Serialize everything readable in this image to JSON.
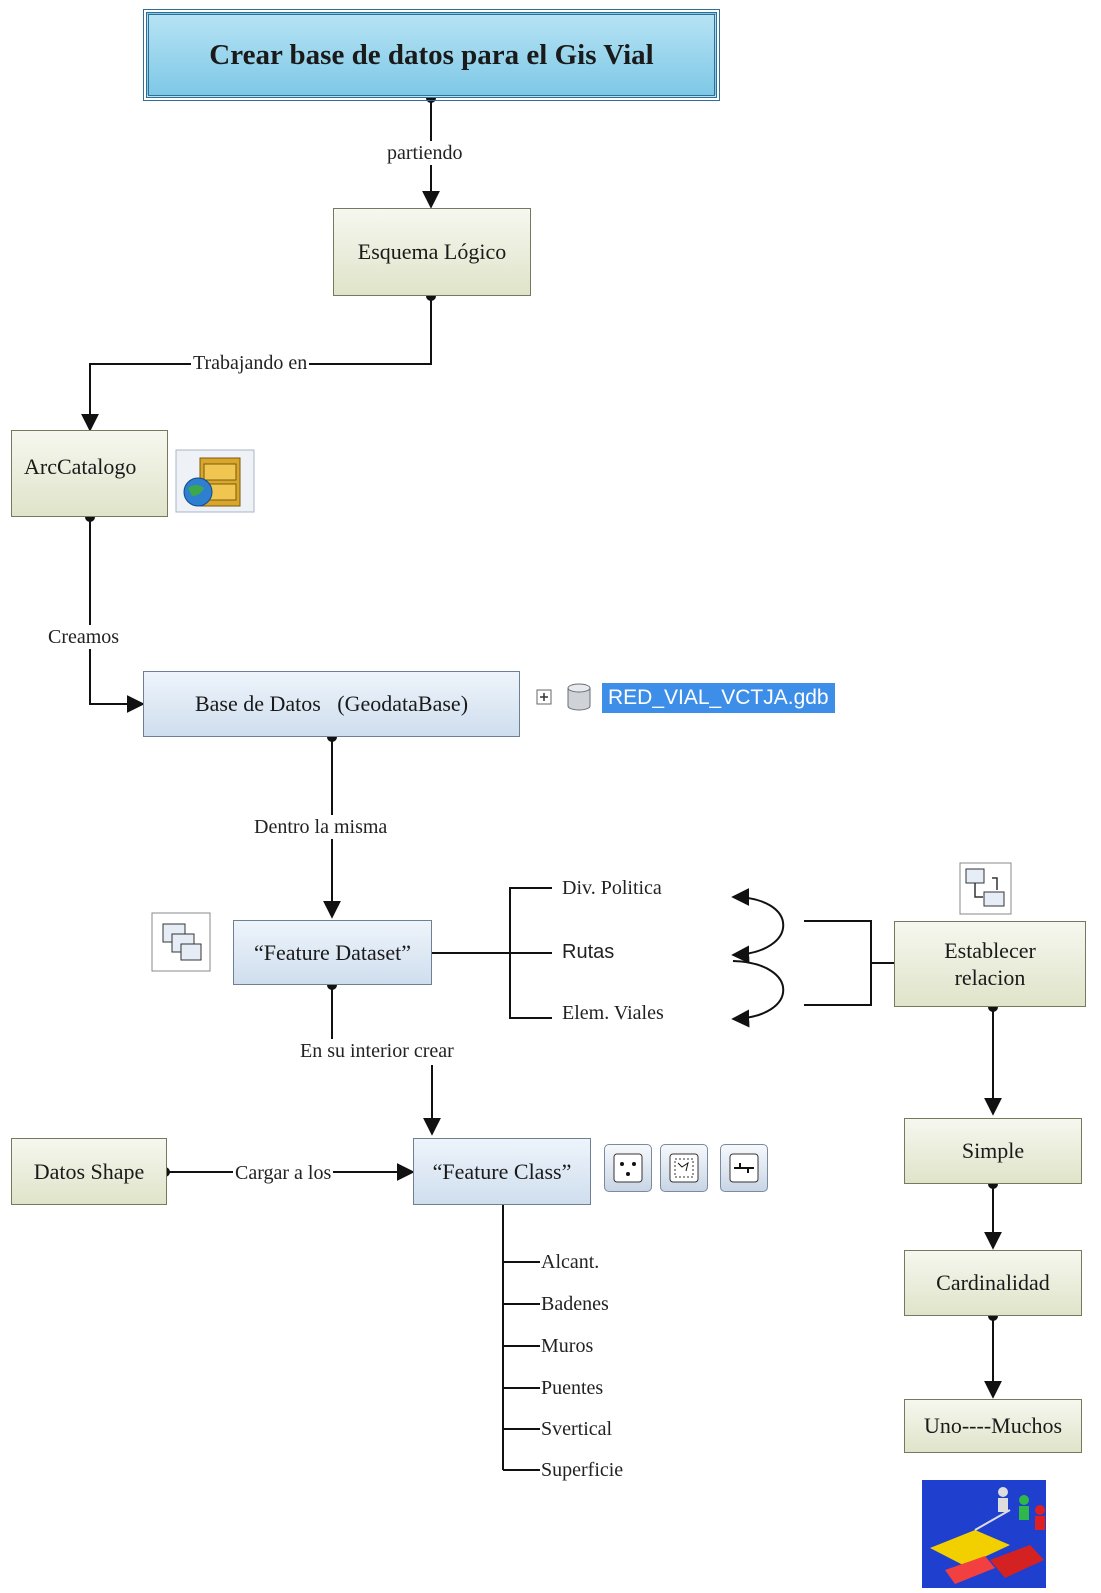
{
  "title": "Crear base de datos para el Gis Vial",
  "nodes": {
    "esquema": "Esquema Lógico",
    "arccatalogo": "ArcCatalogo",
    "base_datos": "Base de Datos   (GeodataBase)",
    "feature_dataset": "“Feature Dataset”",
    "feature_class": "“Feature Class”",
    "datos_shape": "Datos Shape",
    "establecer": "Establecer relacion",
    "simple": "Simple",
    "cardinalidad": "Cardinalidad",
    "uno_muchos": "Uno----Muchos"
  },
  "edges": {
    "partiendo": "partiendo",
    "trabajando": "Trabajando en",
    "creamos": "Creamos",
    "dentro": "Dentro la misma",
    "interior": "En su interior crear",
    "cargar": "Cargar a los"
  },
  "gdb_name": "RED_VIAL_VCTJA.gdb",
  "dataset_items": [
    "Div. Politica",
    "Rutas",
    "Elem. Viales"
  ],
  "class_items": [
    "Alcant.",
    "Badenes",
    "Muros",
    "Puentes",
    "Svertical",
    "Superficie"
  ],
  "icons": {
    "arccatalog": "file-cabinet-globe-icon",
    "database": "database-cylinder-icon",
    "expand": "plus-expand-icon",
    "dataset": "feature-dataset-icon",
    "relationship": "relationship-class-icon",
    "point_class": "point-feature-class-icon",
    "polygon_class": "polygon-feature-class-icon",
    "line_class": "line-feature-class-icon",
    "relationship_logo": "relationship-figures-icon"
  },
  "colors": {
    "title_fill": "#7ec8e6",
    "olive_fill": "#dfe4c9",
    "blue_fill": "#cfdeee",
    "gdb_highlight": "#3d8ee8"
  }
}
